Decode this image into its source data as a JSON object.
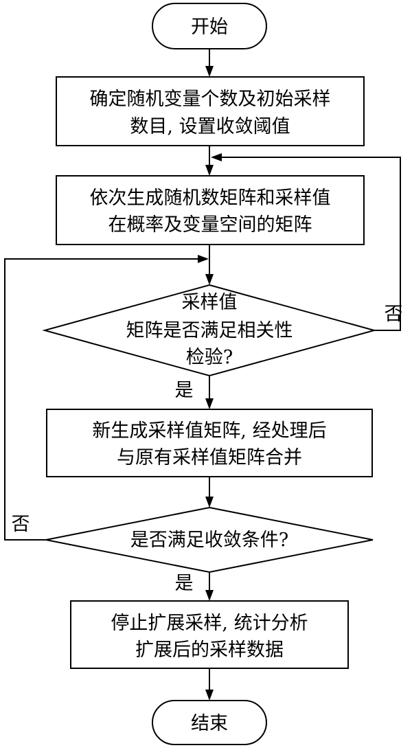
{
  "flowchart": {
    "start": "开始",
    "step1": {
      "line1": "确定随机变量个数及初始采样",
      "line2": "数目, 设置收敛阈值"
    },
    "step2": {
      "line1": "依次生成随机数矩阵和采样值",
      "line2": "在概率及变量空间的矩阵"
    },
    "decision1": {
      "line1": "采样值",
      "line2": "矩阵是否满足相关性",
      "line3": "检验?"
    },
    "decision1_yes": "是",
    "decision1_no": "否",
    "step3": {
      "line1": "新生成采样值矩阵, 经处理后",
      "line2": "与原有采样值矩阵合并"
    },
    "decision2": {
      "line1": "是否满足收敛条件?"
    },
    "decision2_yes": "是",
    "decision2_no": "否",
    "step4": {
      "line1": "停止扩展采样, 统计分析",
      "line2": "扩展后的采样数据"
    },
    "end": "结束"
  }
}
